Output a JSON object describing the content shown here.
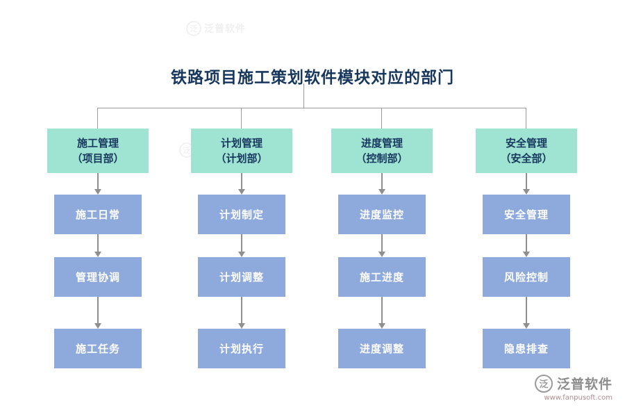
{
  "title": "铁路项目施工策划软件模块对应的部门",
  "columns": [
    {
      "name": "construction-management",
      "header_line1": "施工管理",
      "header_line2": "（项目部）",
      "items": [
        "施工日常",
        "管理协调",
        "施工任务"
      ]
    },
    {
      "name": "plan-management",
      "header_line1": "计划管理",
      "header_line2": "（计划部）",
      "items": [
        "计划制定",
        "计划调整",
        "计划执行"
      ]
    },
    {
      "name": "progress-management",
      "header_line1": "进度管理",
      "header_line2": "（控制部）",
      "items": [
        "进度监控",
        "施工进度",
        "进度调整"
      ]
    },
    {
      "name": "safety-management",
      "header_line1": "安全管理",
      "header_line2": "（安全部）",
      "items": [
        "安全管理",
        "风险控制",
        "隐患排查"
      ]
    }
  ],
  "watermark": {
    "brand": "泛普软件",
    "url": "www.fanpusoft.com",
    "logo_glyph": "泛"
  },
  "colors": {
    "title_color": "#17375e",
    "header_bg": "#9fe3d2",
    "item_bg": "#8ea9db",
    "connector": "#9a9a9a"
  }
}
